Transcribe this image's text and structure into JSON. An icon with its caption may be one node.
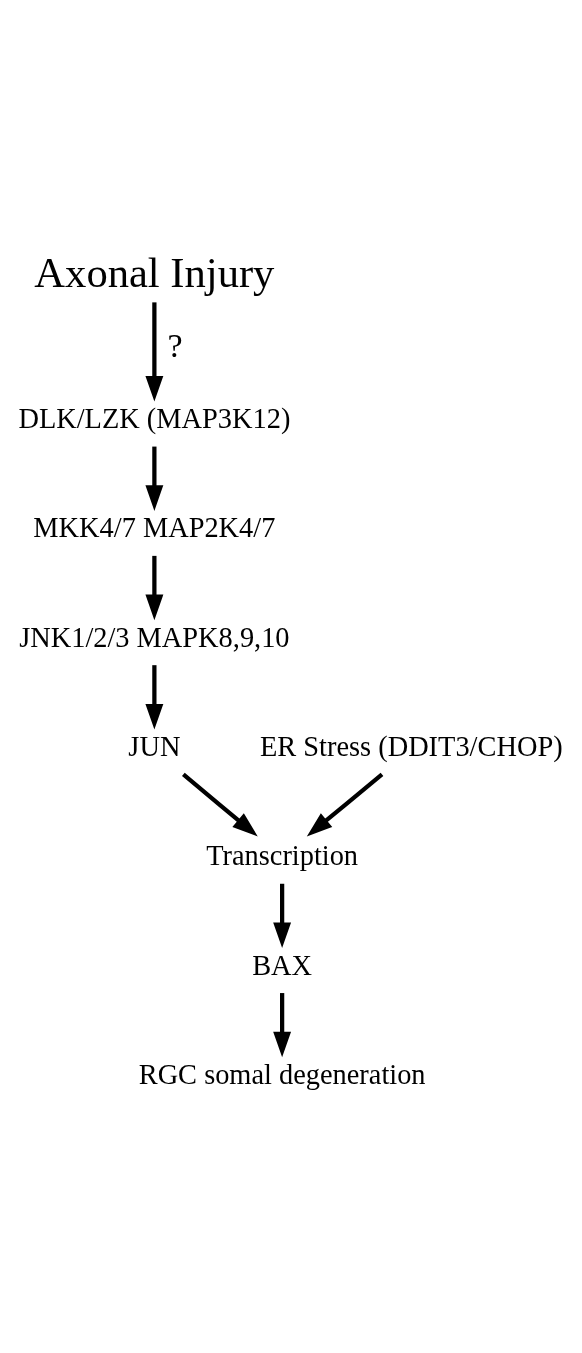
{
  "diagram": {
    "nodes": [
      {
        "text": [
          "Axonal Injury"
        ]
      },
      {
        "text": [
          "DLK/LZK (MAP3K12)"
        ]
      },
      {
        "text": [
          "MKK4/7 MAP2K4/7"
        ]
      },
      {
        "text": [
          "ER Stress (DDIT3/CHOP)"
        ]
      },
      {
        "text": [
          "JNK1/2/3 MAPK8,9,10"
        ]
      },
      {
        "text": [
          "JUN"
        ]
      },
      {
        "text": [
          "Transcription"
        ]
      },
      {
        "text": [
          "BAX"
        ]
      },
      {
        "text": [
          "RGC somal degeneration"
        ]
      }
    ],
    "edges": [
      {
        "from": 0,
        "to": 1,
        "arrow": "to",
        "label": "?"
      },
      {
        "from": 1,
        "to": 2,
        "arrow": "to"
      },
      {
        "from": 2,
        "to": 4,
        "arrow": "to"
      },
      {
        "from": 4,
        "to": 5,
        "arrow": "to"
      },
      {
        "from": 5,
        "to": 6,
        "arrow": "to"
      },
      {
        "from": 3,
        "to": 6,
        "arrow": "to"
      },
      {
        "from": 6,
        "to": 7,
        "arrow": "to"
      },
      {
        "from": 7,
        "to": 8,
        "arrow": "to"
      }
    ]
  }
}
